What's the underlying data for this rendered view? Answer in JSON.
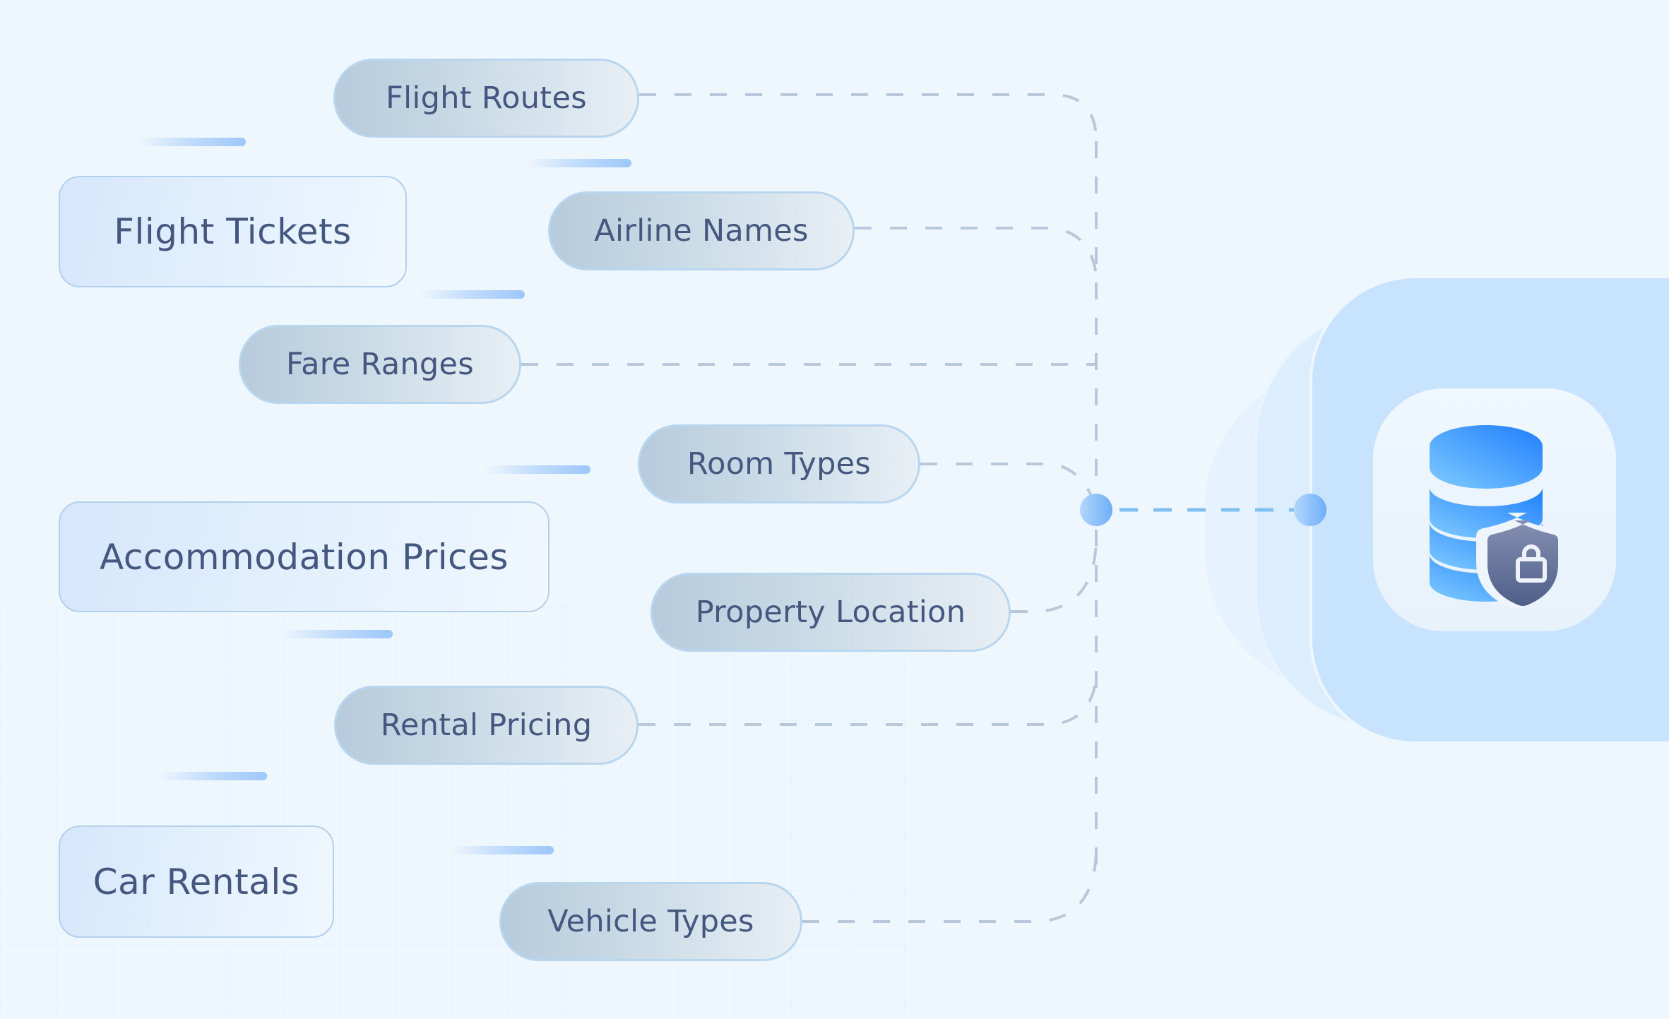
{
  "diagram": {
    "categories": [
      {
        "label": "Flight Tickets"
      },
      {
        "label": "Accommodation Prices"
      },
      {
        "label": "Car Rentals"
      }
    ],
    "attributes": [
      {
        "label": "Flight Routes",
        "category": "Flight Tickets"
      },
      {
        "label": "Airline Names",
        "category": "Flight Tickets"
      },
      {
        "label": "Fare Ranges",
        "category": "Flight Tickets"
      },
      {
        "label": "Room Types",
        "category": "Accommodation Prices"
      },
      {
        "label": "Property Location",
        "category": "Accommodation Prices"
      },
      {
        "label": "Rental Pricing",
        "category": "Car Rentals"
      },
      {
        "label": "Vehicle Types",
        "category": "Car Rentals"
      }
    ],
    "target": {
      "icon": "secure-database-icon",
      "description": "database with shield lock"
    }
  },
  "colors": {
    "background": "#eef6fe",
    "text": "#44577f",
    "accent": "#2a86ff",
    "connector": "#b8c8da",
    "link": "#7fc0f0",
    "panel": "#c8e3fd",
    "shield": "#5a6a90"
  }
}
